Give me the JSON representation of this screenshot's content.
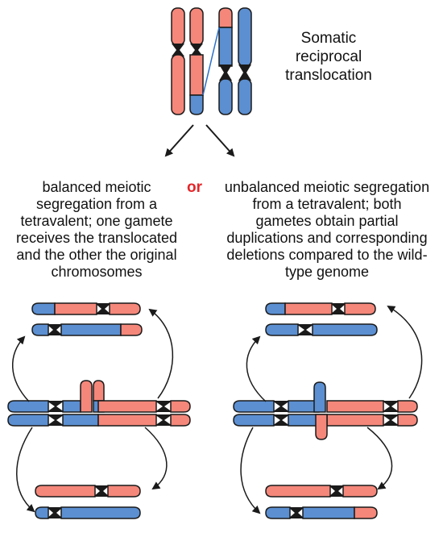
{
  "title": {
    "lines": [
      "Somatic",
      "reciprocal",
      "translocation"
    ]
  },
  "left_outcome": {
    "lines": [
      "balanced meiotic",
      "segregation from a",
      "tetravalent; one gamete",
      "receives the translocated",
      "and the other the original",
      "chromosomes"
    ]
  },
  "right_outcome": {
    "lines": [
      "unbalanced meiotic segregation",
      "from a tetravalent; both",
      "gametes obtain partial",
      "duplications and corresponding",
      "deletions compared to the wild-",
      "type genome"
    ]
  },
  "connector": {
    "text": "or",
    "color": "#e3262a"
  },
  "colors": {
    "salmon": "#f4877a",
    "blue": "#5b8fd1",
    "centromere": "#1a1a1a",
    "outline": "#1a1a1a",
    "link": "#2a6fc8"
  }
}
